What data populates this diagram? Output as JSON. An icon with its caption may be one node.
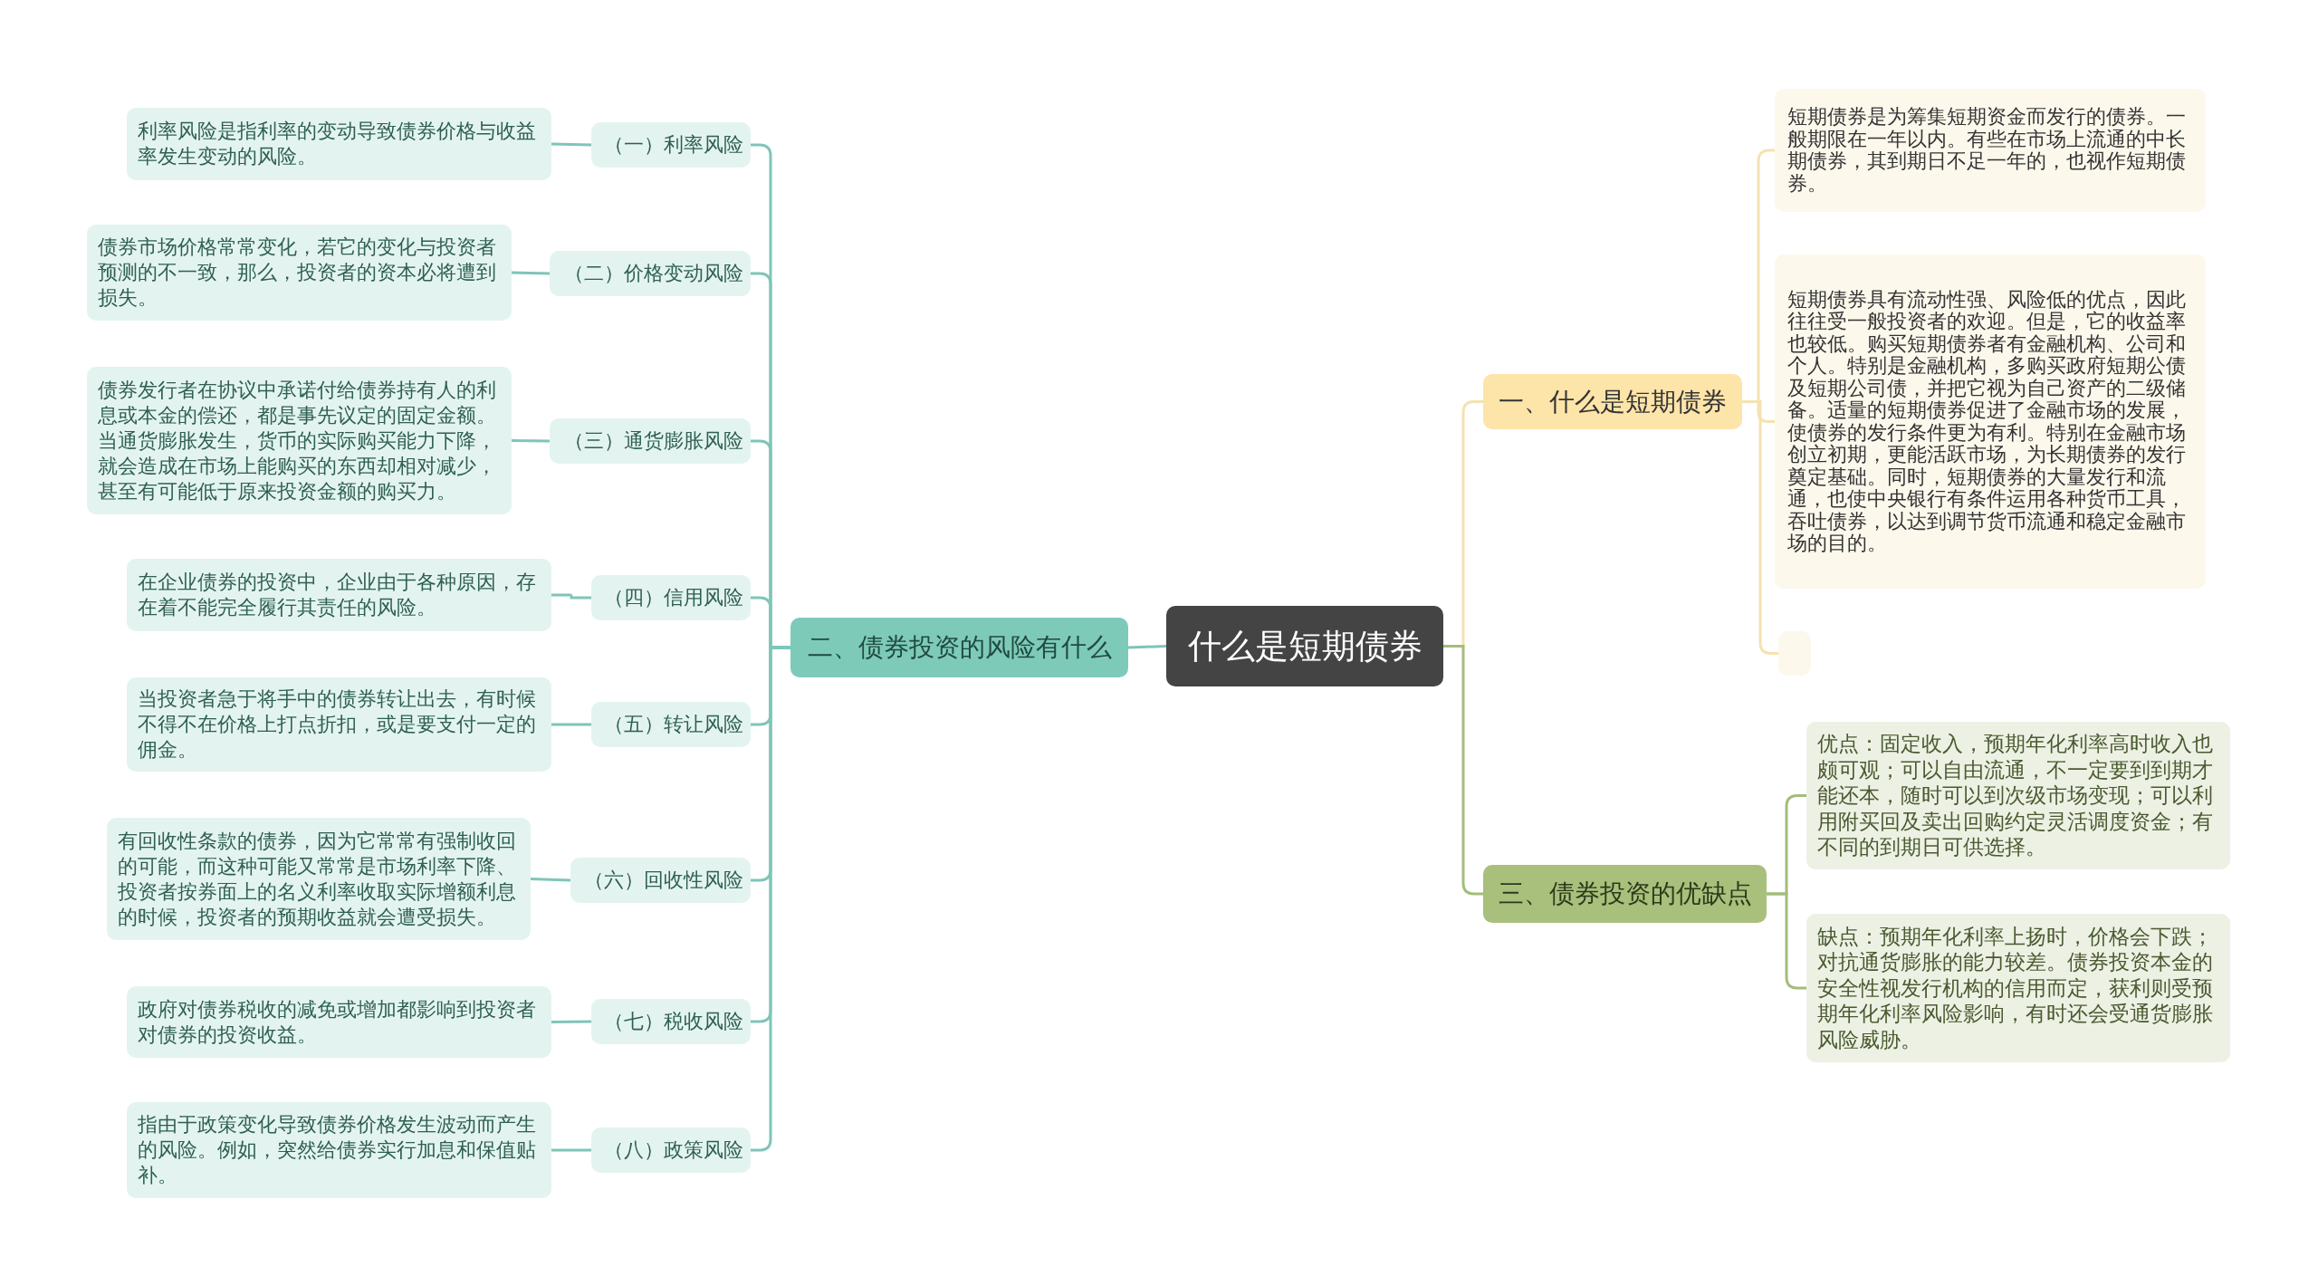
{
  "diagram": {
    "nodes": [
      {
        "text": [
          "什么是短期债券"
        ]
      },
      {
        "text": [
          "一、什么是短期债券"
        ]
      },
      {
        "text": [
          "短期债券是为筹集短期资金而发行的债券。一般期限在一年以内。有些在市场上流通的中长期债券，其到期日不足一年的，也视作短期债券。"
        ]
      },
      {
        "text": [
          "短期债券具有流动性强、风险低的优点，因此往往受一般投资者的欢迎。但是，它的收益率也较低。购买短期债券者有金融机构、公司和个人。特别是金融机构，多购买政府短期公债及短期公司债，并把它视为自己资产的二级储备。适量的短期债券促进了金融市场的发展，使债券的发行条件更为有利。特别在金融市场创立初期，更能活跃市场，为长期债券的发行奠定基础。同时，短期债券的大量发行和流通，也使中央银行有条件运用各种货币工具，吞吐债券，以达到调节货币流通和稳定金融市场的目的。"
        ]
      },
      {
        "text": [],
        "shape": "box"
      },
      {
        "text": [
          "三、债券投资的优缺点"
        ]
      },
      {
        "text": [
          "优点：固定收入，预期年化利率高时收入也颇可观；可以自由流通，不一定要到到期才能还本，随时可以到次级市场变现；可以利用附买回及卖出回购约定灵活调度资金；有不同的到期日可供选择。"
        ]
      },
      {
        "text": [
          "缺点：预期年化利率上扬时，价格会下跌；对抗通货膨胀的能力较差。债券投资本金的安全性视发行机构的信用而定，获利则受预期年化利率风险影响，有时还会受通货膨胀风险威胁。"
        ]
      },
      {
        "text": [
          "二、债券投资的风险有什么"
        ]
      },
      {
        "text": [
          "（一）利率风险"
        ]
      },
      {
        "text": [
          "利率风险是指利率的变动导致债券价格与收益率发生变动的风险。"
        ]
      },
      {
        "text": [
          "（二）价格变动风险"
        ]
      },
      {
        "text": [
          "债券市场价格常常变化，若它的变化与投资者预测的不一致，那么，投资者的资本必将遭到损失。"
        ]
      },
      {
        "text": [
          "（三）通货膨胀风险"
        ]
      },
      {
        "text": [
          "债券发行者在协议中承诺付给债券持有人的利息或本金的偿还，都是事先议定的固定金额。当通货膨胀发生，货币的实际购买能力下降，就会造成在市场上能购买的东西却相对减少，甚至有可能低于原来投资金额的购买力。"
        ]
      },
      {
        "text": [
          "（四）信用风险"
        ]
      },
      {
        "text": [
          "在企业债券的投资中，企业由于各种原因，存在着不能完全履行其责任的风险。"
        ]
      },
      {
        "text": [
          "（五）转让风险"
        ]
      },
      {
        "text": [
          "当投资者急于将手中的债券转让出去，有时候不得不在价格上打点折扣，或是要支付一定的佣金。"
        ]
      },
      {
        "text": [
          "（六）回收性风险"
        ]
      },
      {
        "text": [
          "有回收性条款的债券，因为它常常有强制收回的可能，而这种可能又常常是市场利率下降、投资者按券面上的名义利率收取实际增额利息的时候，投资者的预期收益就会遭受损失。"
        ]
      },
      {
        "text": [
          "（七）税收风险"
        ]
      },
      {
        "text": [
          "政府对债券税收的减免或增加都影响到投资者对债券的投资收益。"
        ]
      },
      {
        "text": [
          "（八）政策风险"
        ]
      },
      {
        "text": [
          "指由于政策变化导致债券价格发生波动而产生的风险。例如，突然给债券实行加息和保值贴补。"
        ]
      }
    ],
    "edges": [
      {
        "from": 0,
        "to": 1,
        "arrow": "none",
        "color": "#f5e2b0"
      },
      {
        "from": 1,
        "to": 2,
        "arrow": "none",
        "color": "#f5e2b0"
      },
      {
        "from": 1,
        "to": 3,
        "arrow": "none",
        "color": "#f5e2b0"
      },
      {
        "from": 1,
        "to": 4,
        "arrow": "none",
        "color": "#f5e2b0"
      },
      {
        "from": 0,
        "to": 5,
        "arrow": "none",
        "color": "#a3bd7a"
      },
      {
        "from": 5,
        "to": 6,
        "arrow": "none",
        "color": "#a3bd7a"
      },
      {
        "from": 5,
        "to": 7,
        "arrow": "none",
        "color": "#a3bd7a"
      },
      {
        "from": 0,
        "to": 8,
        "arrow": "none"
      },
      {
        "from": 8,
        "to": 9,
        "arrow": "none"
      },
      {
        "from": 9,
        "to": 10,
        "arrow": "none"
      },
      {
        "from": 8,
        "to": 11,
        "arrow": "none"
      },
      {
        "from": 11,
        "to": 12,
        "arrow": "none"
      },
      {
        "from": 8,
        "to": 13,
        "arrow": "none"
      },
      {
        "from": 13,
        "to": 14,
        "arrow": "none"
      },
      {
        "from": 8,
        "to": 15,
        "arrow": "none"
      },
      {
        "from": 15,
        "to": 16,
        "arrow": "none"
      },
      {
        "from": 8,
        "to": 17,
        "arrow": "none"
      },
      {
        "from": 17,
        "to": 18,
        "arrow": "none"
      },
      {
        "from": 8,
        "to": 19,
        "arrow": "none"
      },
      {
        "from": 19,
        "to": 20,
        "arrow": "none"
      },
      {
        "from": 8,
        "to": 21,
        "arrow": "none"
      },
      {
        "from": 21,
        "to": 22,
        "arrow": "none"
      },
      {
        "from": 8,
        "to": 23,
        "arrow": "none"
      },
      {
        "from": 23,
        "to": 24,
        "arrow": "none"
      }
    ]
  }
}
